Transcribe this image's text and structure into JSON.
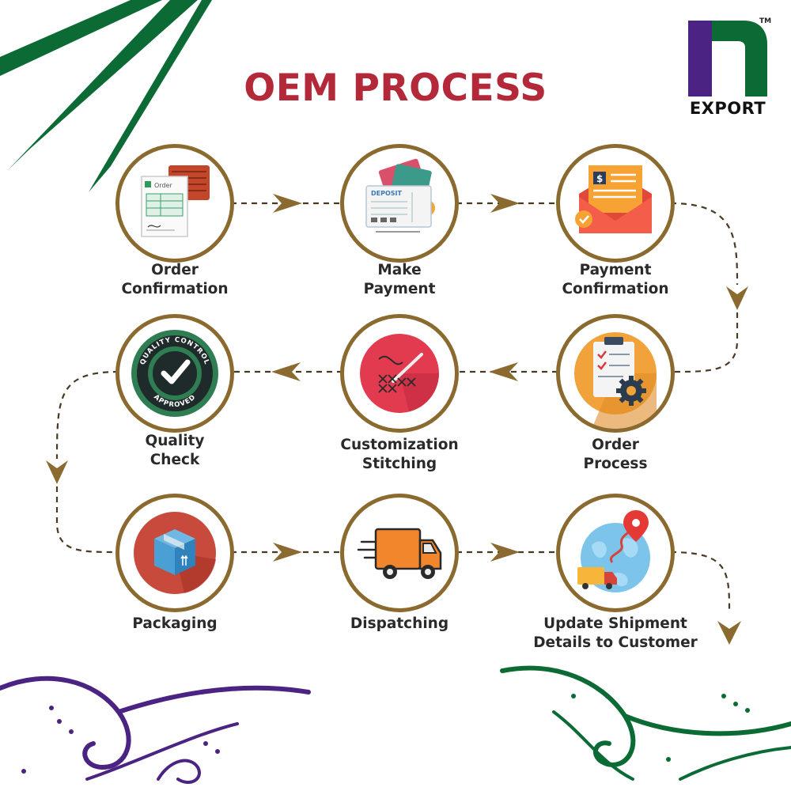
{
  "title": "OEM PROCESS",
  "brand": {
    "name": "EXPORT",
    "trademark": "TM"
  },
  "colors": {
    "title": "#b3293a",
    "ring": "#8b6a2f",
    "connector": "#4a3a22",
    "arrow": "#8b6a2f",
    "green": "#0c6b35",
    "purple": "#4b2383"
  },
  "steps": [
    {
      "label": "Order\nConfirmation",
      "icon": "order-form-icon",
      "form_text": "Order"
    },
    {
      "label": "Make\nPayment",
      "icon": "deposit-slip-icon",
      "form_text": "DEPOSIT"
    },
    {
      "label": "Payment\nConfirmation",
      "icon": "invoice-envelope-icon",
      "form_text": "$"
    },
    {
      "label": "Order\nProcess",
      "icon": "clipboard-gear-icon"
    },
    {
      "label": "Customization\nStitching",
      "icon": "needle-stitch-icon"
    },
    {
      "label": "Quality\nCheck",
      "icon": "quality-seal-icon",
      "seal_text": "QUALITY CONTROL",
      "seal_text_bottom": "APPROVED"
    },
    {
      "label": "Packaging",
      "icon": "box-icon"
    },
    {
      "label": "Dispatching",
      "icon": "truck-icon"
    },
    {
      "label": "Update Shipment\nDetails to Customer",
      "icon": "globe-route-icon"
    }
  ]
}
